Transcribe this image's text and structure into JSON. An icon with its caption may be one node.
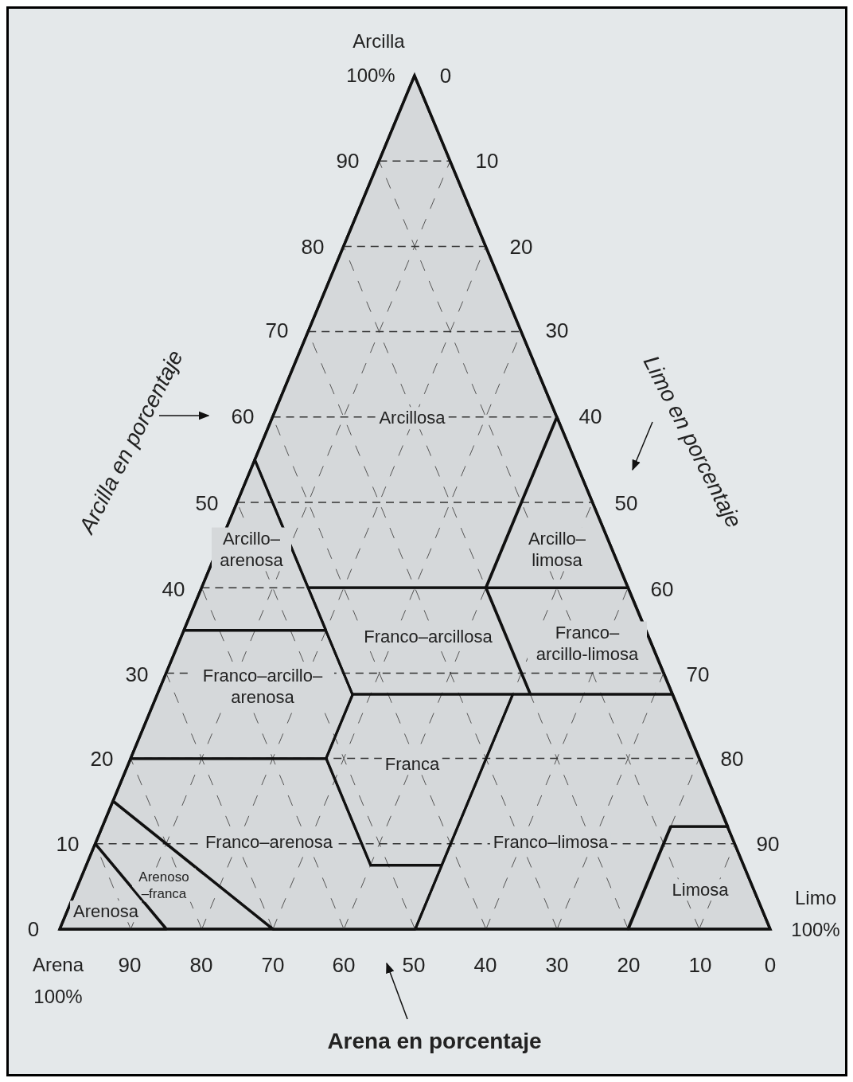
{
  "diagram": {
    "nodes": [
      {
        "text": [
          "Arcillosa"
        ]
      },
      {
        "text": [
          "Arcillo– arenosa"
        ]
      },
      {
        "text": [
          "Arcillo– limosa"
        ]
      },
      {
        "text": [
          "Franco–arcillosa"
        ]
      },
      {
        "text": [
          "Franco– arcillo-limosa"
        ]
      },
      {
        "text": [
          "Franco–arcillo– arenosa"
        ]
      },
      {
        "text": [
          "Franca"
        ]
      },
      {
        "text": [
          "Franco–arenosa"
        ]
      },
      {
        "text": [
          "Franco–limosa"
        ]
      },
      {
        "text": [
          "Arenoso –franca"
        ]
      },
      {
        "text": [
          "Limosa"
        ]
      },
      {
        "text": [
          "Arenosa"
        ]
      }
    ],
    "labels": [
      "Arcilla",
      "100%",
      "0",
      "90",
      "10",
      "80",
      "20",
      "Arcilla en porcentaje",
      "Limo en porcentaje",
      "70",
      "30",
      "60",
      "40",
      "50",
      "50",
      "40",
      "60",
      "30",
      "70",
      "20",
      "80",
      "10",
      "90",
      "0",
      "Limo",
      "100%",
      "Arena",
      "90",
      "80",
      "70",
      "60",
      "50",
      "40",
      "30",
      "20",
      "10",
      "0",
      "100%",
      "Arena en porcentaje"
    ]
  }
}
